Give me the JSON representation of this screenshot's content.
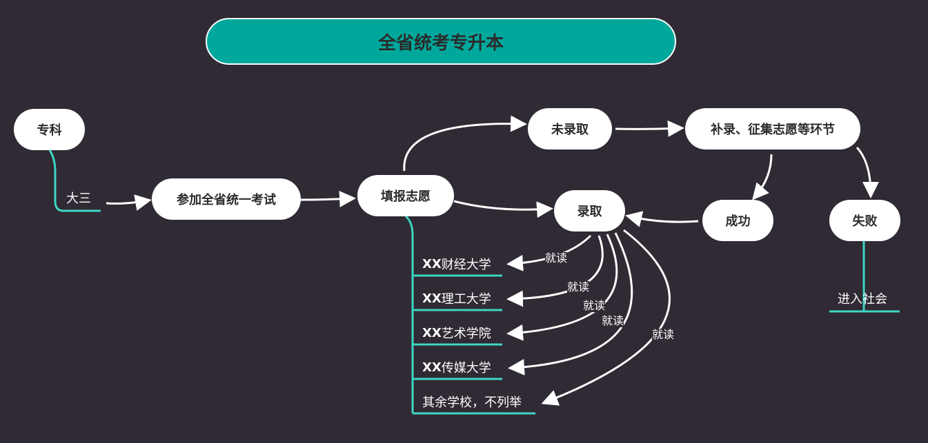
{
  "title": "全省统考专升本",
  "nodes": {
    "zhuanke": "专科",
    "dasan": "大三",
    "exam": "参加全省统一考试",
    "fill": "填报志愿",
    "not_admitted": "未录取",
    "supplement": "补录、征集志愿等环节",
    "admitted": "录取",
    "success": "成功",
    "fail": "失败",
    "society": "进入社会"
  },
  "schools": [
    {
      "prefix": "XX",
      "name": "财经大学"
    },
    {
      "prefix": "XX",
      "name": "理工大学"
    },
    {
      "prefix": "XX",
      "name": "艺术学院"
    },
    {
      "prefix": "XX",
      "name": "传媒大学"
    },
    {
      "prefix": "",
      "name": "其余学校，不列举"
    }
  ],
  "edge_label": "就读",
  "colors": {
    "background": "#2f2a33",
    "accent": "#3dd6c6",
    "title_fill": "#00a89c",
    "node_fill": "#ffffff",
    "node_text": "#2b2b2b",
    "arrow": "#ffffff"
  }
}
